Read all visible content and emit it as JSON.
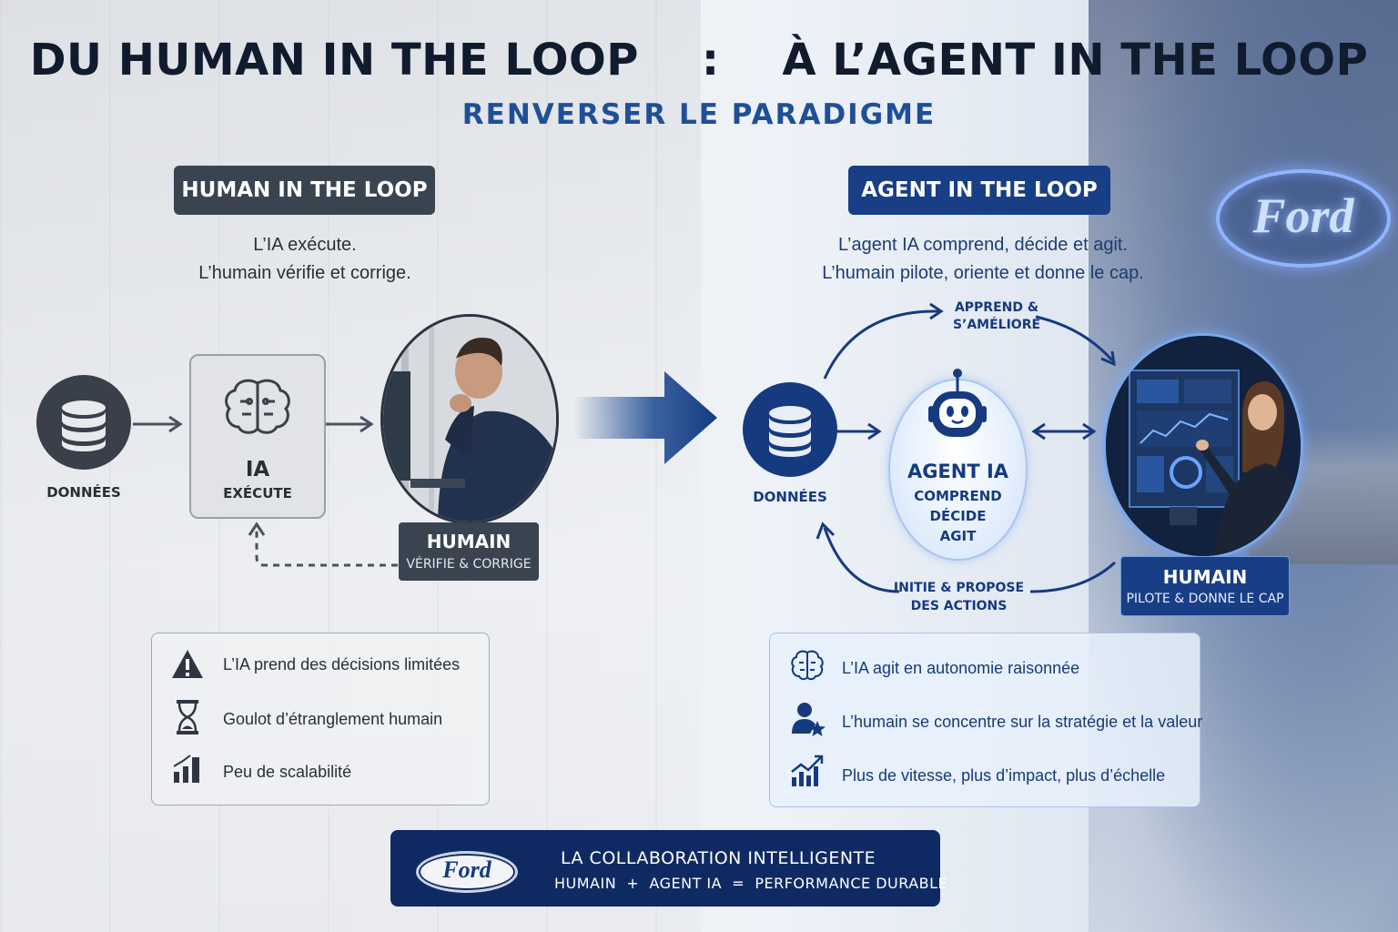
{
  "header": {
    "title": "DU HUMAN IN THE LOOP    :    À L’AGENT IN THE LOOP",
    "subtitle": "RENVERSER LE PARADIGME"
  },
  "left": {
    "pill": "HUMAN IN THE LOOP",
    "desc_line1": "L’IA exécute.",
    "desc_line2": "L’humain vérifie et corrige.",
    "data_label": "DONNÉES",
    "ia_title": "IA",
    "ia_sub": "EXÉCUTE",
    "human_title": "HUMAIN",
    "human_sub": "VÉRIFIE & CORRIGE",
    "points": [
      {
        "icon": "warning-icon",
        "text": "L’IA prend des décisions limitées"
      },
      {
        "icon": "hourglass-icon",
        "text": "Goulot d’étranglement humain"
      },
      {
        "icon": "bar-chart-icon",
        "text": "Peu de scalabilité"
      }
    ]
  },
  "right": {
    "pill": "AGENT IN THE LOOP",
    "desc_line1": "L’agent IA comprend, décide et agit.",
    "desc_line2": "L’humain pilote, oriente et donne le cap.",
    "data_label": "DONNÉES",
    "loop_top_1": "APPREND &",
    "loop_top_2": "S’AMÉLIORE",
    "loop_bottom_1": "INITIE & PROPOSE",
    "loop_bottom_2": "DES ACTIONS",
    "agent_title": "AGENT IA",
    "agent_l1": "COMPREND",
    "agent_l2": "DÉCIDE",
    "agent_l3": "AGIT",
    "human_title": "HUMAIN",
    "human_sub": "PILOTE & DONNE LE CAP",
    "points": [
      {
        "icon": "brain-icon",
        "text": "L’IA agit en autonomie raisonnée"
      },
      {
        "icon": "user-star-icon",
        "text": "L’humain se concentre sur la stratégie et la valeur"
      },
      {
        "icon": "growth-chart-icon",
        "text": "Plus de vitesse, plus d’impact, plus d’échelle"
      }
    ]
  },
  "banner": {
    "logo": "Ford",
    "line1": "LA COLLABORATION INTELLIGENTE",
    "line2": "HUMAIN  +  AGENT IA  =  PERFORMANCE DURABLE"
  },
  "sign": {
    "logo": "Ford"
  },
  "colors": {
    "navy": "#183e86",
    "dark_grey": "#3a4451",
    "accent_blue": "#1f4f96"
  }
}
